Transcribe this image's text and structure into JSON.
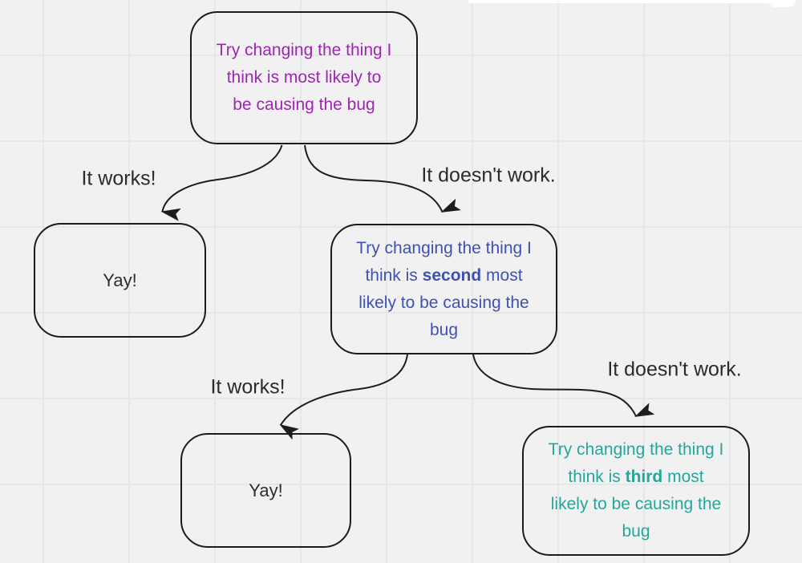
{
  "page": {
    "background_color": "#f1f1f2",
    "grid_line_color": "#e7e7e9",
    "stroke_color": "#1d1d1d"
  },
  "nodes": {
    "root": {
      "text": "Try changing the thing I\nthink is most likely to\nbe causing the bug",
      "color": "#9c27b0"
    },
    "yay_left": {
      "text": "Yay!",
      "color": "#2e2e2e"
    },
    "second": {
      "text_pre": "Try changing the thing I\nthink is ",
      "text_bold": "second",
      "text_post": " most\nlikely to be causing the\nbug",
      "color": "#3f51b5"
    },
    "yay_bottom": {
      "text": "Yay!",
      "color": "#2e2e2e"
    },
    "third": {
      "text_pre": "Try changing the thing I\nthink is ",
      "text_bold": "third",
      "text_post": " most\nlikely to be causing the\nbug",
      "color": "#26a69a"
    }
  },
  "edge_labels": {
    "works_1": "It works!",
    "fails_1": "It doesn't work.",
    "works_2": "It works!",
    "fails_2": "It doesn't work."
  }
}
